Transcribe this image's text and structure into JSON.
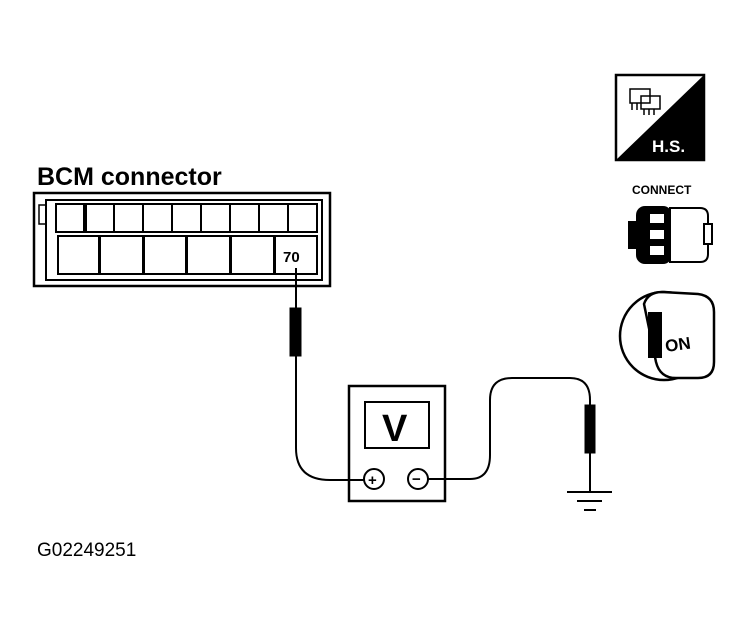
{
  "connector": {
    "title": "BCM connector",
    "pin_label": "70"
  },
  "meter": {
    "label": "V",
    "plus": "+",
    "minus": "−"
  },
  "figure_code": "G02249251",
  "icons": {
    "harness_side_label": "H.S.",
    "connect_label": "CONNECT",
    "ignition_label": "ON"
  }
}
